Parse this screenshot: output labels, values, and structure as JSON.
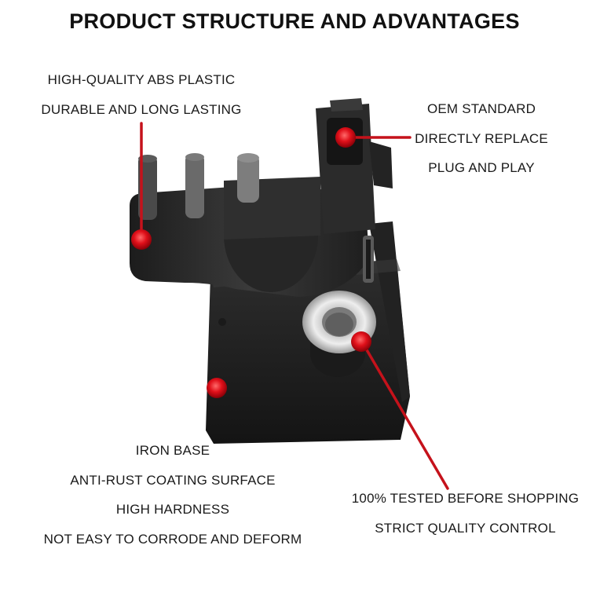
{
  "title": "PRODUCT STRUCTURE AND ADVANTAGES",
  "callouts": {
    "plastic": [
      "HIGH-QUALITY ABS PLASTIC",
      "DURABLE AND LONG LASTING"
    ],
    "oem": [
      "OEM STANDARD",
      "DIRECTLY REPLACE",
      "PLUG AND PLAY"
    ],
    "base": [
      "IRON BASE",
      "ANTI-RUST COATING SURFACE",
      "HIGH HARDNESS",
      "NOT EASY TO CORRODE AND DEFORM"
    ],
    "tested": [
      "100% TESTED BEFORE SHOPPING",
      "STRICT QUALITY CONTROL"
    ]
  },
  "colors": {
    "marker": "#e0101a",
    "body": "#2a2a2a",
    "background": "#ffffff"
  }
}
